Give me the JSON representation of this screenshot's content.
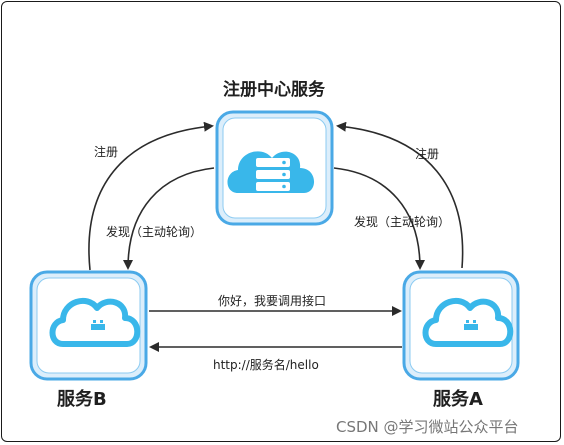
{
  "nodes": {
    "registry": {
      "title": "注册中心服务"
    },
    "service_b": {
      "title": "服务B"
    },
    "service_a": {
      "title": "服务A"
    }
  },
  "edges": {
    "b_register": "注册",
    "a_register": "注册",
    "b_discover": "发现（主动轮询）",
    "a_discover": "发现（主动轮询）",
    "b_to_a": "你好，我要调用接口",
    "a_to_b": "http://服务名/hello"
  },
  "watermark": "CSDN @学习微站公众平台",
  "colors": {
    "box_fill": "#dceefb",
    "box_border": "#4aa9e6",
    "icon": "#39b7ea",
    "arrow": "#2b2b2b"
  }
}
